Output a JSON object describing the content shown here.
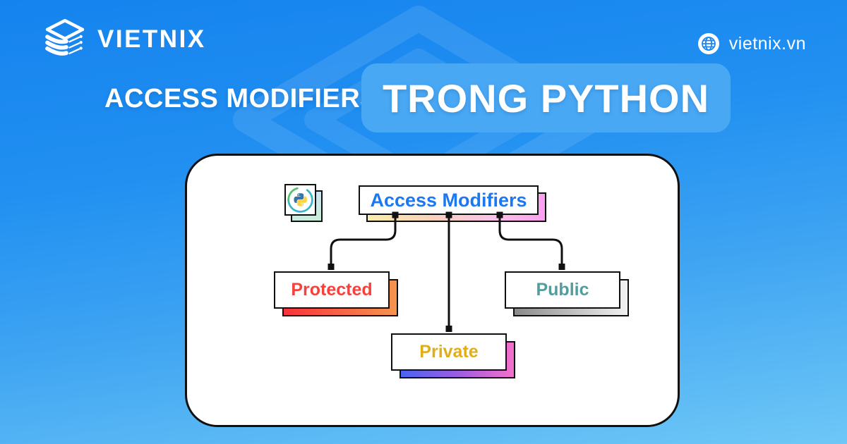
{
  "brand": {
    "logo_text": "VIETNIX",
    "logo_icon": "layer-stack-icon",
    "website": "vietnix.vn",
    "website_icon": "globe-icon"
  },
  "header": {
    "title_prefix": "ACCESS MODIFIERS",
    "title_highlight": "TRONG PYTHON"
  },
  "diagram": {
    "python_icon": "python-logo-icon",
    "root": {
      "label": "Access Modifiers"
    },
    "children": [
      {
        "label": "Protected"
      },
      {
        "label": "Private"
      },
      {
        "label": "Public"
      }
    ]
  },
  "colors": {
    "background_top": "#1583ee",
    "background_bottom": "#6ec7f6",
    "title_box_fill": "#49a8f4",
    "root_label": "#1b78f2",
    "protected_label": "#f7413c",
    "private_label": "#e2ae17",
    "public_label": "#549c9e",
    "root_shadow": "linear-gradient(90deg,#f9edaa 0%,#f8d2b9 35%,#fbc4e6 70%,#fc9ff0 100%)",
    "protected_shadow": "linear-gradient(90deg,#f8333c,#f5944f)",
    "private_shadow": "linear-gradient(90deg,#4a63f2,#9c5ce0,#f470cb)",
    "public_shadow": "linear-gradient(90deg,#8a8a8a,#f2f2f2)",
    "python_icon_shadow": "linear-gradient(160deg,#cfe0fa,#c9eed8)",
    "connector": "#101010"
  }
}
